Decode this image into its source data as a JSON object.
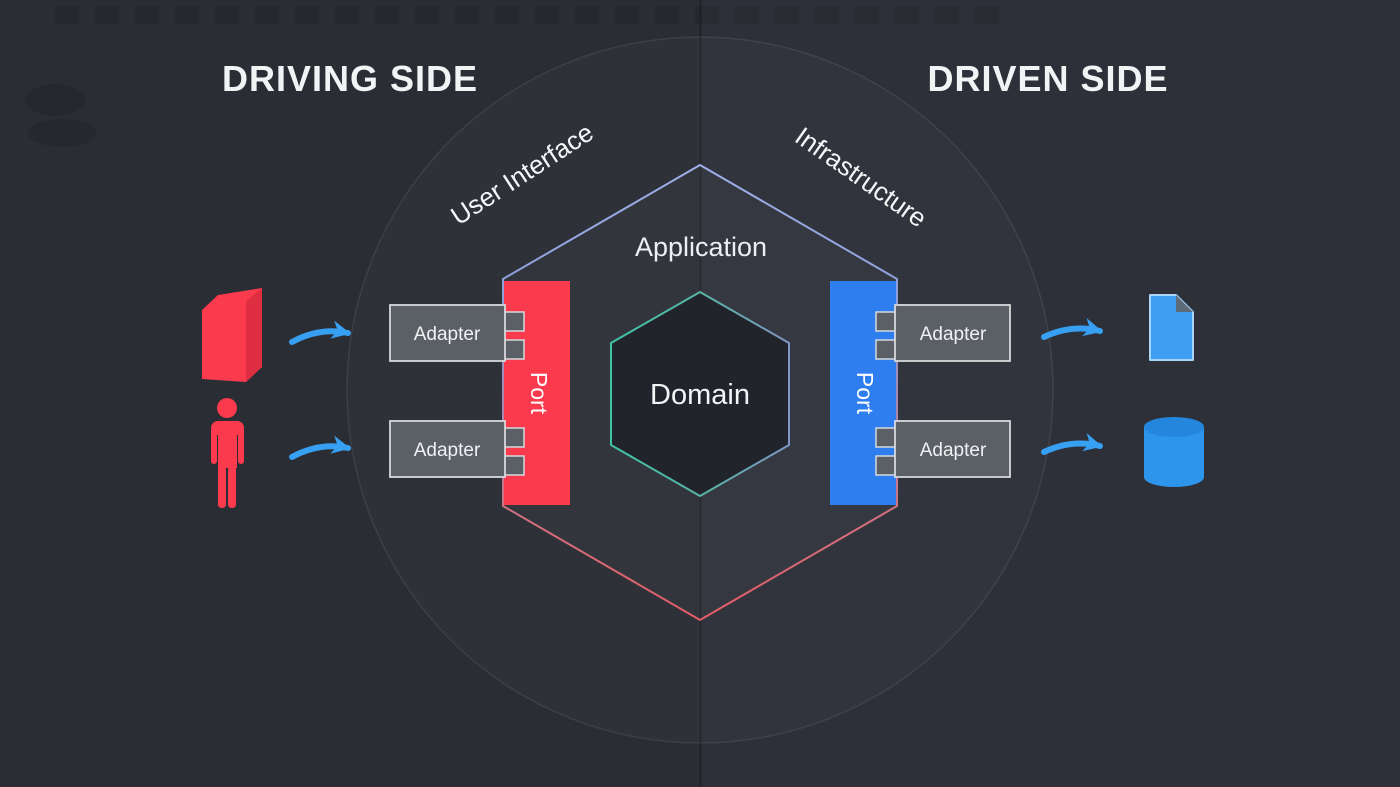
{
  "sections": {
    "driving": {
      "title": "DRIVING SIDE"
    },
    "driven": {
      "title": "DRIVEN SIDE"
    }
  },
  "zones": {
    "user_interface": "User Interface",
    "infrastructure": "Infrastructure",
    "application": "Application",
    "domain": "Domain"
  },
  "ports": {
    "left": {
      "label": "Port"
    },
    "right": {
      "label": "Port"
    }
  },
  "adapters": {
    "left": [
      "Adapter",
      "Adapter"
    ],
    "right": [
      "Adapter",
      "Adapter"
    ]
  },
  "icons": {
    "driving_actors": [
      "red-box-icon",
      "person-icon"
    ],
    "driven_targets": [
      "document-icon",
      "database-icon"
    ],
    "connectors": [
      "arrow-icon",
      "arrow-icon",
      "arrow-icon",
      "arrow-icon"
    ]
  },
  "colors": {
    "background_left": "#2b2d35",
    "background_right": "#2e3039",
    "driving_red": "#fb3a4d",
    "driving_red_shade": "#df2e41",
    "driven_blue": "#2e7ef0",
    "adapter_gray": "#5b5f66",
    "adapter_border": "#d6d8db",
    "arrow_blue": "#38a0f2",
    "doc_blue": "#3f9ff2",
    "doc_border": "#a8d4f8",
    "db_blue": "#2e95ec",
    "hex_border_top": "#9fb0e8",
    "hex_border_bottom": "#e25c66",
    "domain_border_left": "#3fc2a7",
    "domain_border_right": "#7f96c6",
    "domain_fill": "#22242b"
  }
}
